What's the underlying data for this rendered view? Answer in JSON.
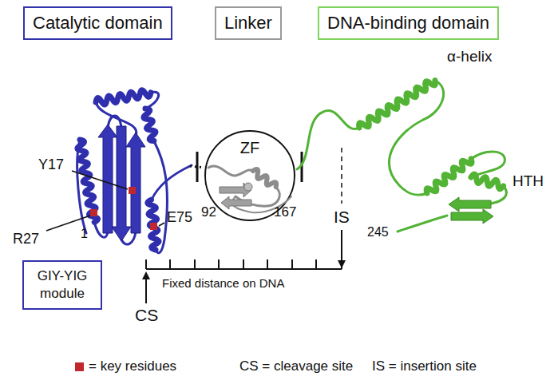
{
  "diagram": {
    "nodes": [
      {
        "text": [
          "Catalytic domain"
        ]
      },
      {
        "text": [
          "Linker"
        ]
      },
      {
        "text": [
          "DNA-binding domain"
        ]
      },
      {
        "text": [
          "ZF"
        ]
      },
      {
        "text": [
          "GIY-YIG module"
        ]
      }
    ],
    "labels": [
      "Y17",
      "R27",
      "E75",
      "1",
      "92",
      "167",
      "α-helix",
      "HTH",
      "245",
      "IS",
      "CS",
      "Fixed distance on DNA",
      "CS = cleavage site",
      "IS = insertion site"
    ],
    "legend": [
      {
        "text": "= key residues",
        "color": "#c0282d"
      }
    ]
  }
}
